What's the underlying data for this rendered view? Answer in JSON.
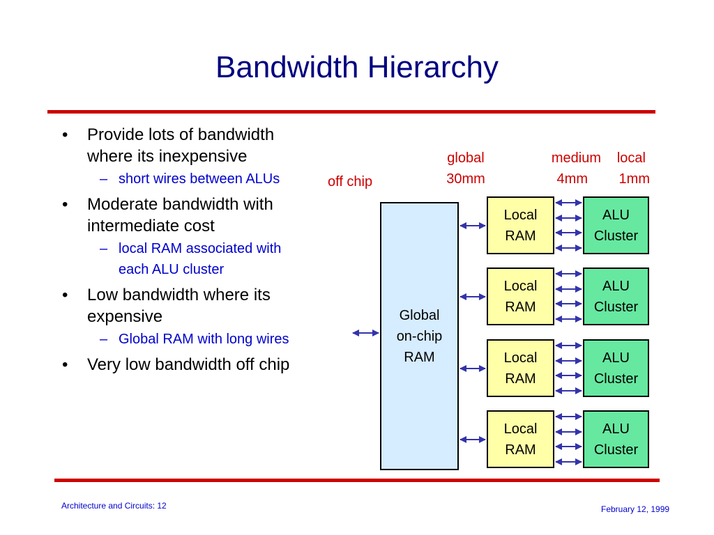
{
  "slide": {
    "title": "Bandwidth Hierarchy",
    "bullets": [
      {
        "text": "Provide lots of bandwidth where its inexpensive",
        "line1": "Provide lots of bandwidth",
        "line2": "where its inexpensive",
        "sub": {
          "line1": "short wires between ALUs",
          "line2": ""
        }
      },
      {
        "text": "Moderate bandwidth with intermediate cost",
        "line1": "Moderate bandwidth with",
        "line2": "intermediate cost",
        "sub": {
          "line1": "local RAM associated with",
          "line2": "each ALU cluster"
        }
      },
      {
        "text": "Low bandwidth where its expensive",
        "line1": "Low bandwidth where its",
        "line2": "expensive",
        "sub": {
          "line1": "Global RAM with long wires",
          "line2": ""
        }
      },
      {
        "text": "Very low bandwidth off chip",
        "line1": "Very low bandwidth off chip",
        "line2": "",
        "sub": null
      }
    ],
    "bullet_glyph": "•",
    "dash_glyph": "–"
  },
  "diagram": {
    "labels": {
      "off_chip": "off chip",
      "global_1": "global",
      "global_2": "30mm",
      "medium_1": "medium",
      "medium_2": "4mm",
      "local_1": "local",
      "local_2": "1mm"
    },
    "global_ram": {
      "line1": "Global",
      "line2": "on-chip",
      "line3": "RAM"
    },
    "local_ram": {
      "line1": "Local",
      "line2": "RAM"
    },
    "alu_cluster": {
      "line1": "ALU",
      "line2": "Cluster"
    },
    "rows": 4,
    "colors": {
      "wire": "#3333aa",
      "global_fill": "#d6ecff",
      "local_fill": "#ffffa8",
      "alu_fill": "#66e8a0",
      "label": "#cc0000",
      "rule": "#cc0000",
      "title": "#000080"
    }
  },
  "footer": {
    "left": "Architecture and Circuits: 12",
    "right": "February 12, 1999"
  }
}
